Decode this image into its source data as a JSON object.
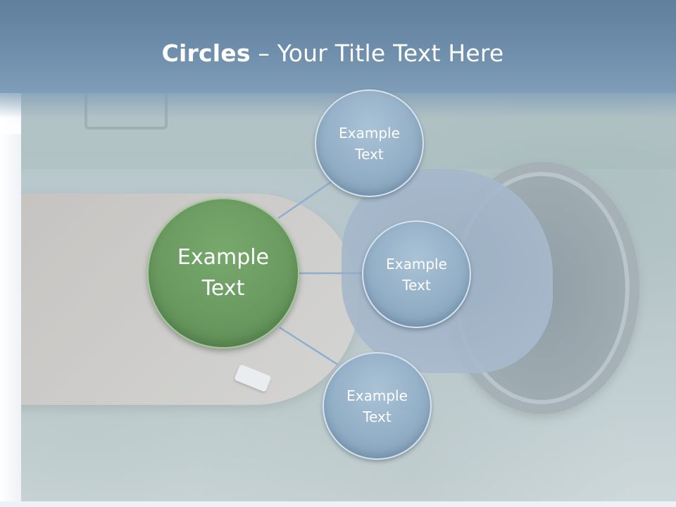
{
  "slide": {
    "title_bold": "Circles",
    "title_rest": " – Your Title Text Here"
  },
  "diagram": {
    "center": {
      "label": "Example\nText",
      "color": "#6a9a60"
    },
    "nodes": [
      {
        "label": "Example\nText",
        "color": "#93afc6"
      },
      {
        "label": "Example\nText",
        "color": "#93afc6"
      },
      {
        "label": "Example\nText",
        "color": "#93afc6"
      }
    ],
    "connector_color": "#8eaed0"
  }
}
